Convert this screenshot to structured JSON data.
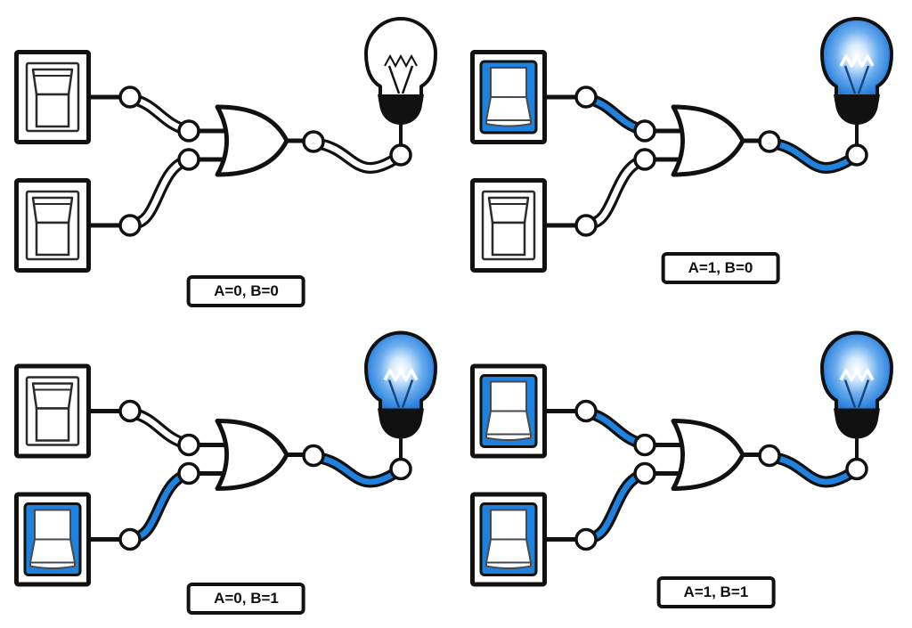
{
  "colors": {
    "active": "#1e82de",
    "inactive_wire": "#ffffff",
    "outline": "#111111",
    "bulb_edge_blue": "#1b66c6",
    "background": "#ffffff"
  },
  "diagram": {
    "gate_type": "OR",
    "icons": [
      "rocker-switch-icon",
      "or-gate-icon",
      "light-bulb-icon",
      "connector-node-icon"
    ]
  },
  "panels": [
    {
      "label": "A=0, B=0",
      "switch_a": "off",
      "switch_b": "off",
      "bulb": "off"
    },
    {
      "label": "A=1, B=0",
      "switch_a": "on",
      "switch_b": "off",
      "bulb": "on"
    },
    {
      "label": "A=0, B=1",
      "switch_a": "off",
      "switch_b": "on",
      "bulb": "on"
    },
    {
      "label": "A=1, B=1",
      "switch_a": "on",
      "switch_b": "on",
      "bulb": "on"
    }
  ]
}
